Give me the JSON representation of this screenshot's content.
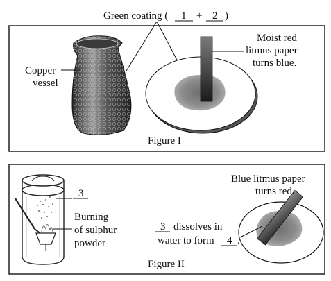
{
  "figure1": {
    "title_prefix": "Green coating (",
    "blank1": "1",
    "plus": "+",
    "blank2": "2",
    "title_suffix": ")",
    "copper_line1": "Copper",
    "copper_line2": "vessel",
    "litmus_line1": "Moist red",
    "litmus_line2": "litmus paper",
    "litmus_line3": "turns blue.",
    "caption": "Figure I"
  },
  "figure2": {
    "gas_blank": "3",
    "burning_line1": "Burning",
    "burning_line2": "of sulphur",
    "burning_line3": "powder",
    "blue_line1": "Blue litmus paper",
    "blue_line2": "turns red.",
    "dissolve_blank": "3",
    "dissolve_text": "dissolves in",
    "form_prefix": "water to form",
    "form_blank": "4",
    "form_suffix": ".",
    "caption": "Figure II"
  }
}
